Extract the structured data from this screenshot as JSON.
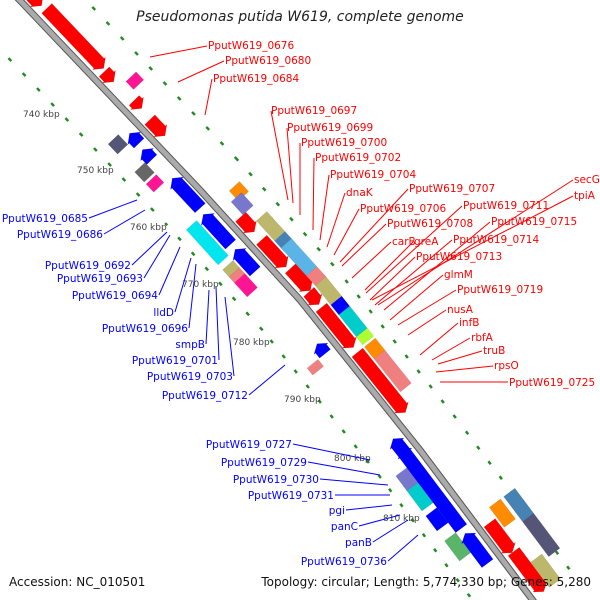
{
  "title": "Pseudomonas putida W619, complete genome",
  "footer": {
    "accession": "Accession: NC_010501",
    "summary": "Topology: circular; Length: 5,774,330 bp; Genes: 5,280"
  },
  "colors": {
    "forward": "#ff0000",
    "reverse": "#0000ff",
    "backbone": "#999999",
    "gc_ticks": "#228b22"
  },
  "scale_labels": [
    "740 kbp",
    "750 kbp",
    "760 kbp",
    "770 kbp",
    "780 kbp",
    "790 kbp",
    "800 kbp",
    "810 kbp"
  ],
  "forward_labels": [
    "PputW619_0676",
    "PputW619_0680",
    "PputW619_0684",
    "PputW619_0697",
    "PputW619_0699",
    "PputW619_0700",
    "PputW619_0702",
    "PputW619_0704",
    "dnaK",
    "PputW619_0706",
    "PputW619_0707",
    "PputW619_0708",
    "carB",
    "greA",
    "PputW619_0711",
    "tpiA",
    "secG",
    "PputW619_0715",
    "PputW619_0714",
    "PputW619_0713",
    "glmM",
    "PputW619_0719",
    "nusA",
    "infB",
    "rbfA",
    "truB",
    "rpsO",
    "PputW619_0725"
  ],
  "reverse_labels": [
    "PputW619_0685",
    "PputW619_0686",
    "PputW619_0692",
    "PputW619_0693",
    "PputW619_0694",
    "lldD",
    "PputW619_0696",
    "smpB",
    "PputW619_0701",
    "PputW619_0703",
    "PputW619_0712",
    "PputW619_0727",
    "PputW619_0729",
    "PputW619_0730",
    "PputW619_0731",
    "pgi",
    "panC",
    "panB",
    "PputW619_0736"
  ]
}
